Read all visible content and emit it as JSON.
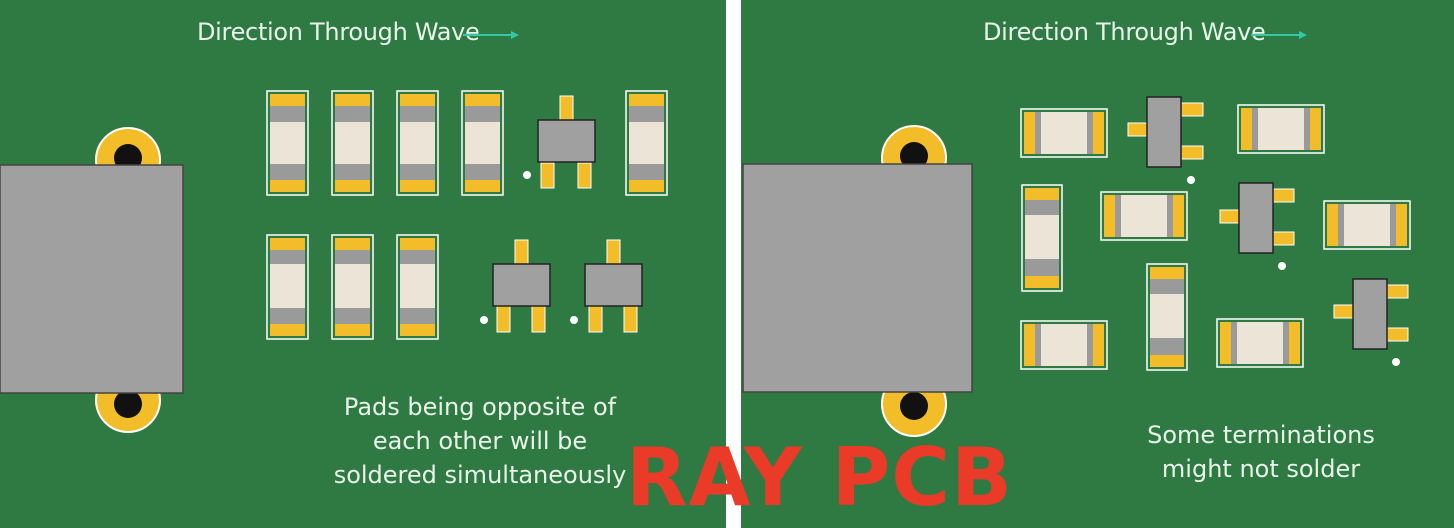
{
  "panels": {
    "left": {
      "direction_label": "Direction Through Wave",
      "caption_lines": [
        "Pads being opposite of",
        "each other will be",
        "soldered simultaneously"
      ]
    },
    "right": {
      "direction_label": "Direction Through Wave",
      "caption_lines": [
        "Some terminations",
        "might not solder"
      ]
    }
  },
  "watermark": "RAY PCB",
  "colors": {
    "board": "#2f7a43",
    "pad": "#f2bd28",
    "component_body": "#ece4d6",
    "component_band": "#9a9a9a",
    "connector": "#a0a0a0",
    "arrow": "#33c9a8",
    "watermark": "#ea3a28"
  }
}
